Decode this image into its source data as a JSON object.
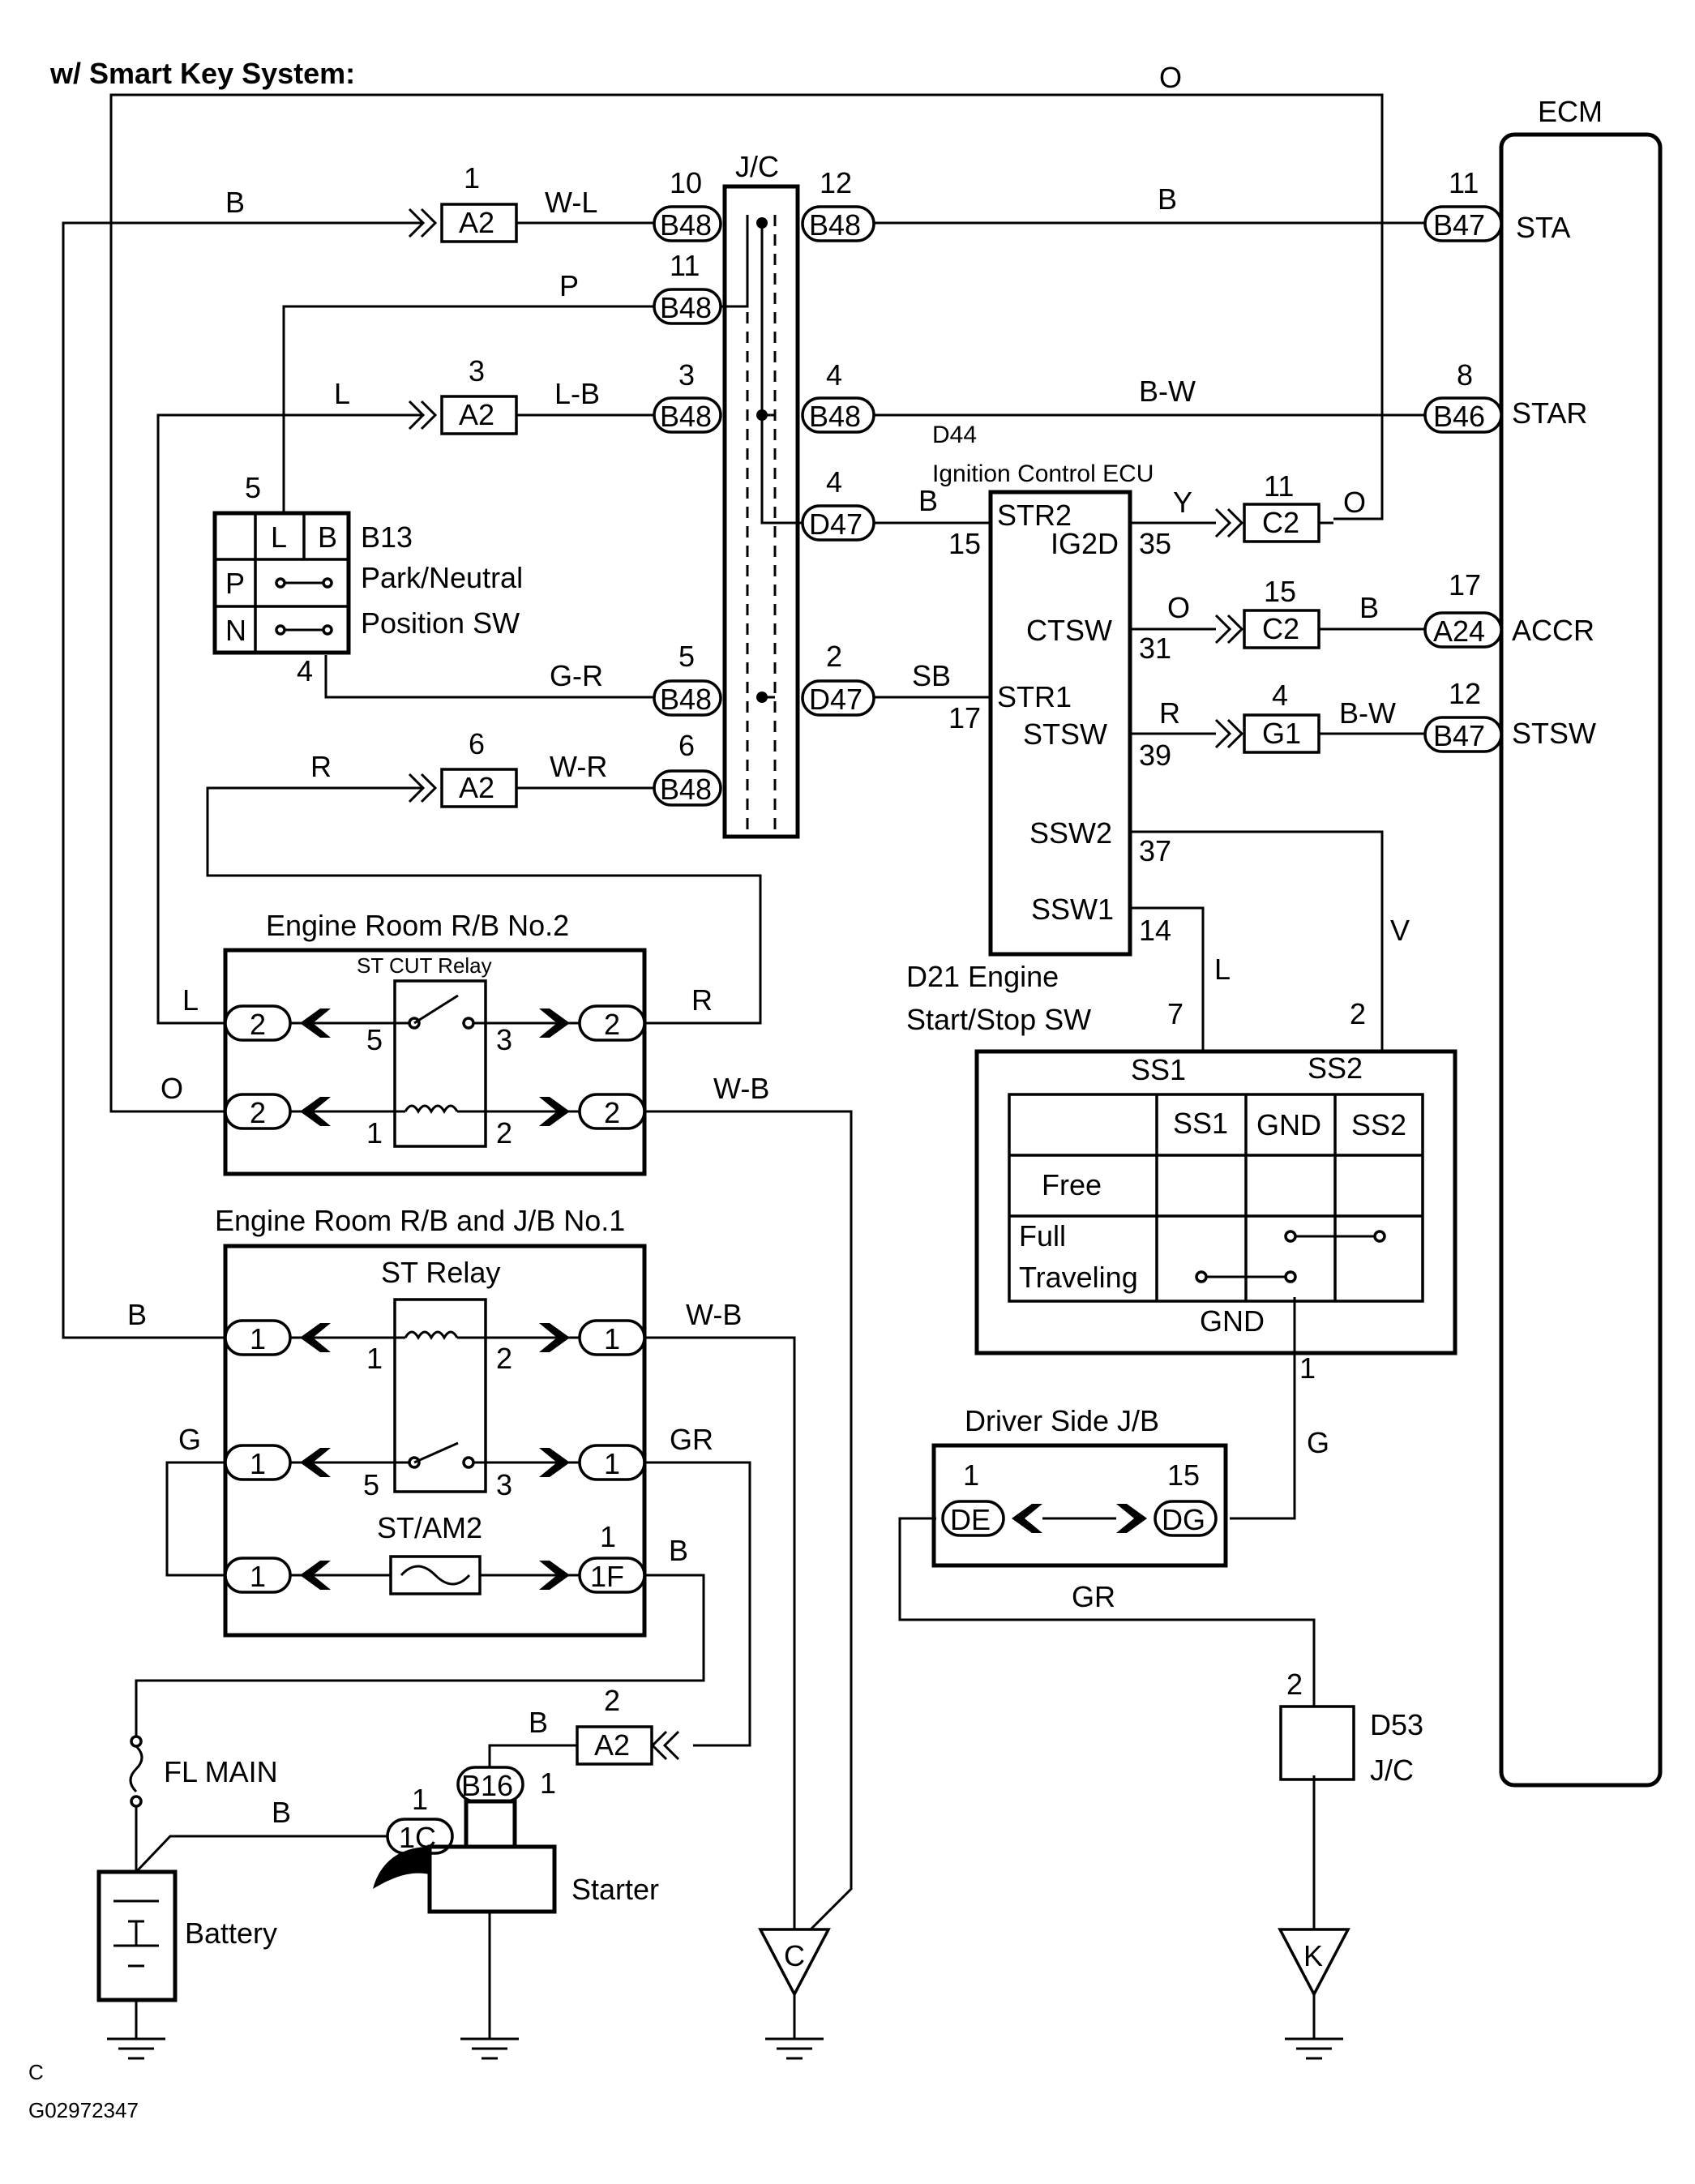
{
  "title": "w/ Smart Key System:",
  "footer": {
    "code_line1": "C",
    "code_line2": "G02972347"
  },
  "components": {
    "ecm": {
      "name": "ECM",
      "pins": [
        "STA",
        "STAR",
        "ACCR",
        "STSW"
      ]
    },
    "jc": {
      "name": "J/C"
    },
    "ignition_ecu": {
      "code": "D44",
      "name": "Ignition Control ECU",
      "terminals": [
        "STR2",
        "IG2D",
        "CTSW",
        "STR1",
        "STSW",
        "SSW2",
        "SSW1"
      ]
    },
    "pn_switch": {
      "code": "B13",
      "name_line1": "Park/Neutral",
      "name_line2": "Position SW",
      "cols": [
        "L",
        "B"
      ],
      "rows": [
        "P",
        "N"
      ]
    },
    "er_rb2": {
      "name": "Engine Room R/B No.2",
      "relay": "ST CUT Relay"
    },
    "er_rb_jb1": {
      "name": "Engine Room R/B and J/B No.1",
      "relay": "ST Relay",
      "fuse": "ST/AM2"
    },
    "start_sw": {
      "name_line1": "D21 Engine",
      "name_line2": "Start/Stop SW",
      "top_labels": [
        "SS1",
        "SS2"
      ],
      "bottom_label": "GND",
      "table": {
        "headers": [
          "SS1",
          "GND",
          "SS2"
        ],
        "rows": [
          "Free",
          "Full",
          "Traveling"
        ]
      }
    },
    "driver_jb": {
      "name": "Driver Side J/B",
      "conn_left": "DE",
      "conn_right": "DG",
      "pin_left": "1",
      "pin_right": "15"
    },
    "d53": {
      "code": "D53",
      "name": "J/C",
      "pin": "2"
    },
    "fl_main": "FL MAIN",
    "battery": "Battery",
    "starter": "Starter",
    "grounds": [
      "C",
      "K"
    ]
  },
  "connectors": {
    "a2": "A2",
    "b48": "B48",
    "b47": "B47",
    "b46": "B46",
    "d47": "D47",
    "c2": "C2",
    "a24": "A24",
    "g1": "G1",
    "b16": "B16",
    "c1": "1C",
    "f1": "1F",
    "one": "1",
    "two": "2"
  },
  "pins": [
    "1",
    "10",
    "12",
    "11",
    "11",
    "3",
    "3",
    "4",
    "8",
    "4",
    "15",
    "35",
    "11",
    "15",
    "31",
    "17",
    "5",
    "2",
    "17",
    "39",
    "4",
    "12",
    "6",
    "6",
    "5",
    "4",
    "37",
    "14",
    "7",
    "2",
    "5",
    "3",
    "1",
    "2",
    "1",
    "2",
    "5",
    "3",
    "1",
    "2",
    "1",
    "1",
    "1"
  ],
  "wire_colors": [
    "O",
    "B",
    "W-L",
    "B",
    "P",
    "L",
    "L-B",
    "B-W",
    "B",
    "Y",
    "O",
    "O",
    "B",
    "G-R",
    "SB",
    "R",
    "B-W",
    "R",
    "W-R",
    "L",
    "V",
    "L",
    "R",
    "O",
    "W-B",
    "B",
    "W-B",
    "G",
    "GR",
    "B",
    "W-B",
    "W-B",
    "B",
    "B"
  ]
}
